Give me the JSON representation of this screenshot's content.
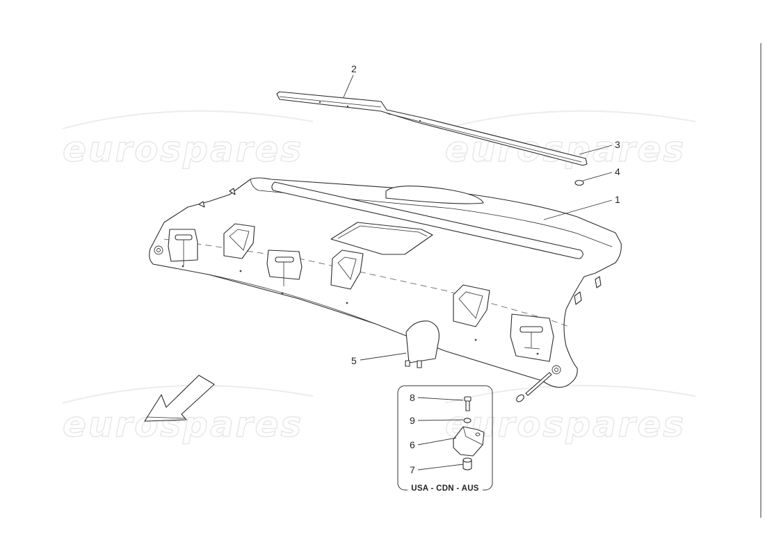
{
  "watermark": {
    "text": "eurospares"
  },
  "callouts": [
    {
      "id": "1",
      "label": "1"
    },
    {
      "id": "2",
      "label": "2"
    },
    {
      "id": "3",
      "label": "3"
    },
    {
      "id": "4",
      "label": "4"
    },
    {
      "id": "5",
      "label": "5"
    },
    {
      "id": "6",
      "label": "6"
    },
    {
      "id": "7",
      "label": "7"
    },
    {
      "id": "8",
      "label": "8"
    },
    {
      "id": "9",
      "label": "9"
    }
  ],
  "detail_box": {
    "region_label": "USA - CDN - AUS"
  },
  "icons": {
    "direction_arrow": "front-direction-arrow-icon"
  }
}
